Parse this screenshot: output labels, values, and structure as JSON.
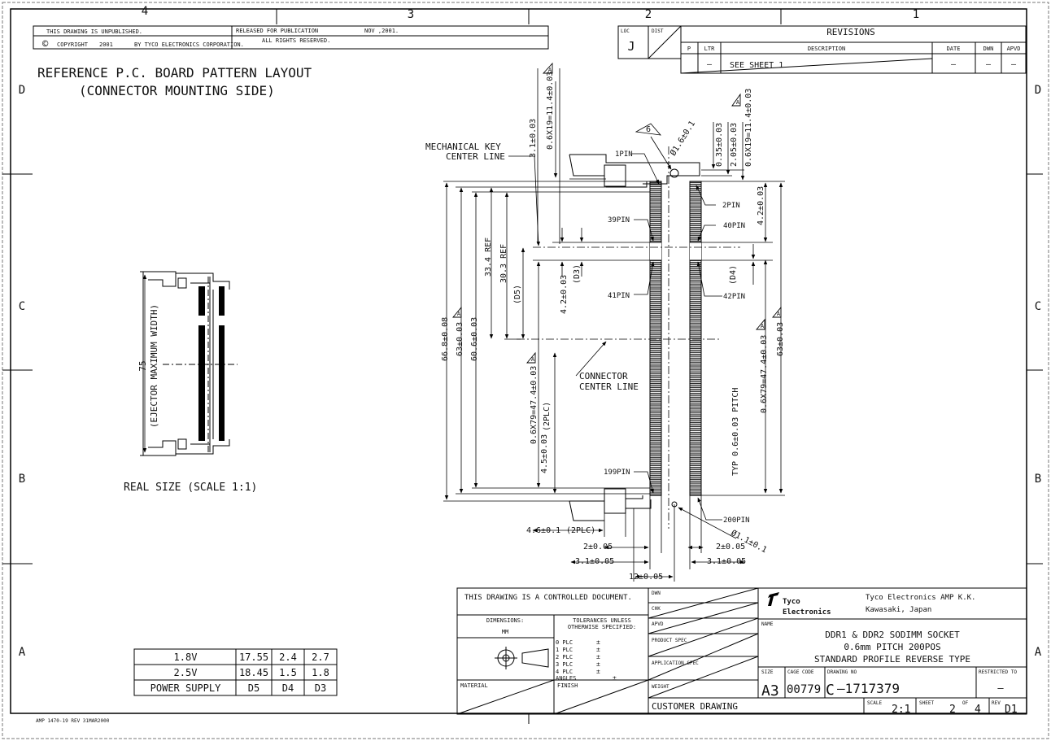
{
  "zone_columns": [
    "4",
    "3",
    "2",
    "1"
  ],
  "zone_rows": [
    "D",
    "C",
    "B",
    "A"
  ],
  "header": {
    "unpublished": "THIS DRAWING IS UNPUBLISHED.",
    "released": "RELEASED FOR PUBLICATION",
    "release_date": "NOV ,2001.",
    "copyright_symbol": "©",
    "copyright": "COPYRIGHT",
    "copyright_year": "2001",
    "copyright_by": "BY TYCO ELECTRONICS CORPORATION.",
    "rights": "ALL RIGHTS RESERVED.",
    "loc_label": "LOC",
    "loc_value": "J",
    "dist_label": "DIST"
  },
  "revisions": {
    "title": "REVISIONS",
    "headers": [
      "P",
      "LTR",
      "DESCRIPTION",
      "DATE",
      "DWN",
      "APVD"
    ],
    "row": [
      "—",
      "SEE SHEET 1",
      "—",
      "—",
      "—"
    ]
  },
  "layout_title": [
    "REFERENCE P.C. BOARD PATTERN LAYOUT",
    "(CONNECTOR MOUNTING SIDE)"
  ],
  "real_size": {
    "dimension": "75",
    "dimension_label": "(EJECTOR MAXIMUM WIDTH)",
    "caption": "REAL SIZE (SCALE 1:1)"
  },
  "callouts": {
    "mech_key": [
      "MECHANICAL KEY",
      "CENTER LINE"
    ],
    "connector_center": [
      "CONNECTOR",
      "CENTER LINE"
    ],
    "pins": [
      "1PIN",
      "2PIN",
      "39PIN",
      "40PIN",
      "41PIN",
      "42PIN",
      "199PIN",
      "200PIN"
    ],
    "note_flag": "6",
    "rev_flag": "A"
  },
  "dimensions": {
    "d3_1": "3.1±0.03",
    "d06x19_left": "0.6X19=11.4±0.03",
    "d_dia16": "Ø1.6±0.1",
    "d035": "0.35±0.03",
    "d205": "2.05±0.03",
    "d06x19_right": "0.6X19=11.4±0.03",
    "d42_right": "4.2±0.03",
    "d334": "33.4 REF",
    "d303": "30.3 REF",
    "dD3": "(D3)",
    "dD4": "(D4)",
    "dD5": "(D5)",
    "d42_left": "4.2±0.03",
    "d668": "66.8±0.08",
    "d63_left": "63±0.03",
    "d606": "60.6±0.03",
    "d06x79_left": "0.6X79=47.4±0.03",
    "d45": "4.5±0.03",
    "d45_plc": "(2PLC)",
    "d06x79_right": "0.6X79=47.4±0.03",
    "d63_right": "63±0.03",
    "pitch": "TYP 0.6±0.03 PITCH",
    "d46": "4.6±0.1",
    "d46_plc": "(2PLC)",
    "d_dia11": "Ø1.1±0.1",
    "d2_left": "2±0.05",
    "d2_right": "2±0.05",
    "d31_left": "3.1±0.05",
    "d31_right": "3.1±0.05",
    "d12": "12±0.05"
  },
  "voltage_table": {
    "rows": [
      [
        "1.8V",
        "17.55",
        "2.4",
        "2.7"
      ],
      [
        "2.5V",
        "18.45",
        "1.5",
        "1.8"
      ],
      [
        "POWER SUPPLY",
        "D5",
        "D4",
        "D3"
      ]
    ]
  },
  "title_block": {
    "controlled": "THIS DRAWING IS A CONTROLLED DOCUMENT.",
    "dimensions_label": "DIMENSIONS:",
    "dimensions_unit": "MM",
    "tolerances": [
      "TOLERANCES UNLESS",
      "OTHERWISE SPECIFIED:"
    ],
    "plc": [
      "0 PLC",
      "1 PLC",
      "2 PLC",
      "3 PLC",
      "4 PLC",
      "ANGLES"
    ],
    "plus_minus": "±",
    "material": "MATERIAL",
    "finish": "FINISH",
    "dwn": "DWN",
    "chk": "CHK",
    "apvd": "APVD",
    "product_spec": "PRODUCT SPEC",
    "application_spec": "APPLICATION SPEC",
    "weight": "WEIGHT",
    "customer_drawing": "CUSTOMER DRAWING",
    "logo_top": "Tyco",
    "logo_bottom": "Electronics",
    "company": "Tyco Electronics AMP K.K.",
    "city": "Kawasaki, Japan",
    "name_label": "NAME",
    "name": [
      "DDR1 & DDR2 SODIMM SOCKET",
      "0.6mm PITCH 200POS",
      "STANDARD PROFILE REVERSE TYPE"
    ],
    "size_label": "SIZE",
    "size": "A3",
    "cage_label": "CAGE CODE",
    "cage": "00779",
    "dwg_label": "DRAWING NO",
    "dwg_prefix": "C",
    "dwg_no": "–1717379",
    "restricted_label": "RESTRICTED TO",
    "restricted": "—",
    "scale_label": "SCALE",
    "scale": "2:1",
    "sheet_label": "SHEET",
    "sheet": "2",
    "of_label": "OF",
    "of": "4",
    "rev_label": "REV",
    "rev": "D1"
  },
  "footer": "AMP 1470-19 REV 31MAR2000"
}
